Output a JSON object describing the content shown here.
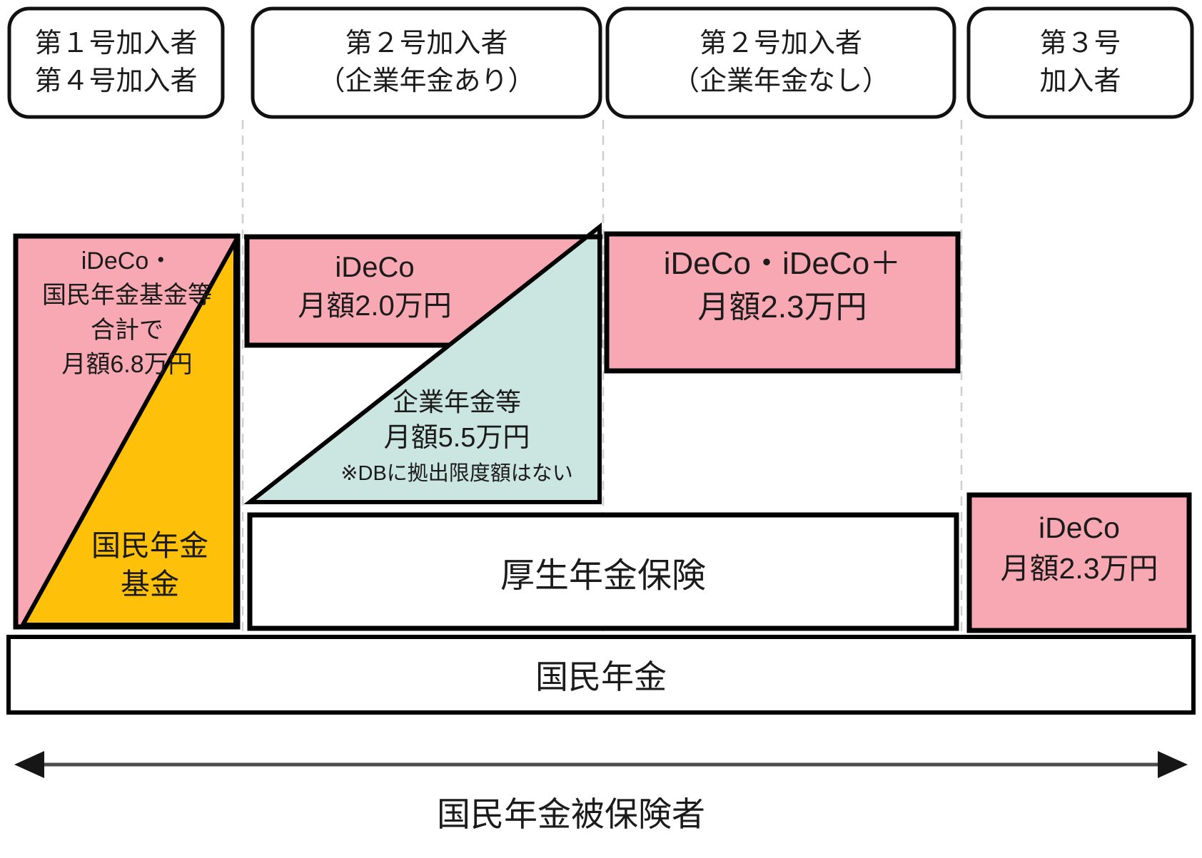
{
  "headers": {
    "col1": {
      "line1": "第１号加入者",
      "line2": "第４号加入者"
    },
    "col2": {
      "line1": "第２号加入者",
      "line2": "（企業年金あり）"
    },
    "col3": {
      "line1": "第２号加入者",
      "line2": "（企業年金なし）"
    },
    "col4": {
      "line1": "第３号",
      "line2": "加入者"
    }
  },
  "boxes": {
    "col1_ideco_kikin": {
      "line1": "iDeCo・",
      "line2": "国民年金基金等",
      "line3": "合計で",
      "line4": "月額6.8万円"
    },
    "col1_kokumin_kikin": {
      "line1": "国民年金",
      "line2": "基金"
    },
    "col2_ideco": {
      "line1": "iDeCo",
      "line2": "月額2.0万円"
    },
    "col2_kigyo_nenkin": {
      "line1": "企業年金等",
      "line2": "月額5.5万円",
      "note": "※DBに拠出限度額はない"
    },
    "col3_ideco": {
      "line1": "iDeCo・iDeCo＋",
      "line2": "月額2.3万円"
    },
    "col4_ideco": {
      "line1": "iDeCo",
      "line2": "月額2.3万円"
    },
    "kosei_nenkin": {
      "label": "厚生年金保険"
    },
    "kokumin_nenkin": {
      "label": "国民年金"
    }
  },
  "axis": {
    "label": "国民年金被保険者"
  },
  "colors": {
    "pink": "#F8A8B2",
    "orange": "#FEC008",
    "teal": "#CBE5E1",
    "box_border": "#000000",
    "header_border": "#111111",
    "dashed_line": "#cfcfcf",
    "arrow_line": "#4d4d4d",
    "arrow_head": "#161616"
  }
}
